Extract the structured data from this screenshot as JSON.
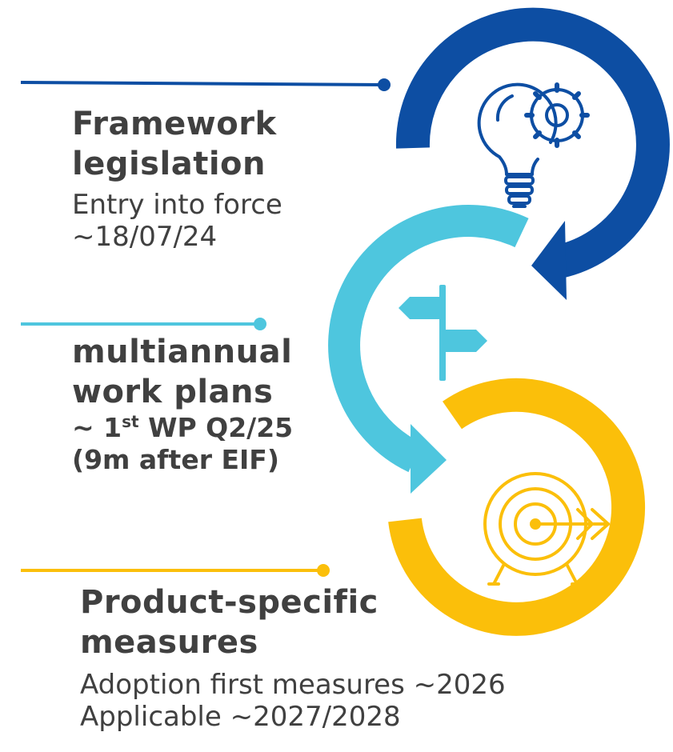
{
  "colors": {
    "dark_blue": "#0D4EA3",
    "light_blue": "#4EC6DE",
    "yellow": "#FBBF0A",
    "text": "#404040"
  },
  "icons": {
    "stage1": "lightbulb-gear-icon",
    "stage2": "signpost-icon",
    "stage3": "target-arrow-icon"
  },
  "stages": [
    {
      "title_line1": "Framework",
      "title_line2": "legislation",
      "detail_line1": "Entry into force",
      "detail_line2": "~18/07/24"
    },
    {
      "title_line1": "multiannual",
      "title_line2": "work plans",
      "wp_prefix": "~ 1",
      "wp_sup": "st",
      "wp_suffix": " WP Q2/25",
      "note": "(9m after EIF)"
    },
    {
      "title_line1": "Product-specific",
      "title_line2": "measures",
      "detail_line1": "Adoption first measures ~2026",
      "detail_line2": "Applicable ~2027/2028"
    }
  ]
}
